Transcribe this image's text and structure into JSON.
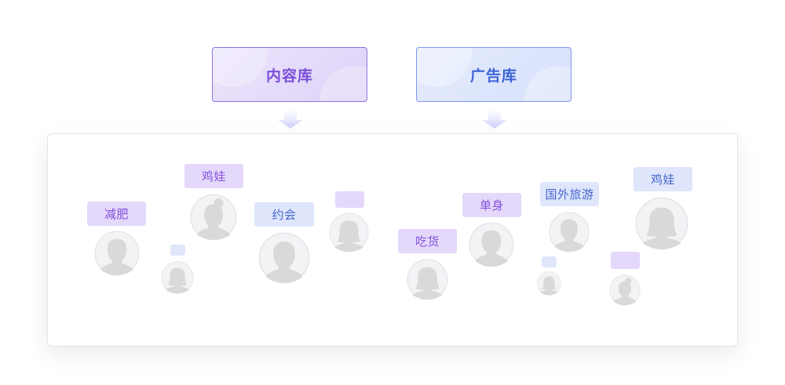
{
  "libraries": {
    "content": {
      "label": "内容库"
    },
    "ads": {
      "label": "广告库"
    }
  },
  "tags": {
    "jianfei": "减肥",
    "jiwa_left": "鸡娃",
    "yuehui": "约会",
    "chihuo": "吃货",
    "danshen": "单身",
    "guowai_lvyou": "国外旅游",
    "jiwa_right": "鸡娃"
  },
  "colors": {
    "content_accent": "#7b4fd8",
    "ad_accent": "#3d63d6",
    "tag_purple_bg": "#e4d8fb",
    "tag_blue_bg": "#dfe6fb",
    "avatar_fill": "#dadadd"
  },
  "icons": {
    "arrow": "arrow-down-icon",
    "avatar_male": "male-avatar-icon",
    "avatar_female": "female-avatar-icon"
  }
}
